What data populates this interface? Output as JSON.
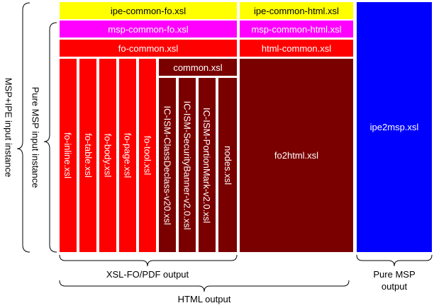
{
  "colors": {
    "yellow": "#ffff00",
    "magenta": "#ff00ff",
    "red": "#ff0000",
    "dark_red": "#7a0000",
    "blue": "#0000ff",
    "text_on_light": "#000000",
    "text_on_dark": "#ffffff"
  },
  "blocks": {
    "ipe_common_fo": "ipe-common-fo.xsl",
    "ipe_common_html": "ipe-common-html.xsl",
    "msp_common_fo": "msp-common-fo.xsl",
    "msp_common_html": "msp-common-html.xsl",
    "fo_common": "fo-common.xsl",
    "html_common": "html-common.xsl",
    "common": "common.xsl",
    "fo2html": "fo2html.xsl",
    "ipe2msp": "ipe2msp.xsl",
    "fo_inline": "fo-inline.xsl",
    "fo_table": "fo-table.xsl",
    "fo_body": "fo-body.xsl",
    "fo_page": "fo-page.xsl",
    "fo_tool": "fo-tool.xsl",
    "ism_classdeclass": "IC-ISM-ClassDeclass-v20.xsl",
    "ism_securitybanner": "IC-ISM-SecurityBanner-v2.0.xsl",
    "ism_portionmark": "IC-ISM-PortionMark-v2.0.xsl",
    "nodes": "nodes.xsl"
  },
  "labels": {
    "msp_ipe_input": "MSP+IPE input instance",
    "pure_msp_input": "Pure MSP input instance",
    "xsl_fo_pdf_output": "XSL-FO/PDF output",
    "html_output": "HTML output",
    "pure_msp_output_line1": "Pure MSP",
    "pure_msp_output_line2": "output"
  }
}
